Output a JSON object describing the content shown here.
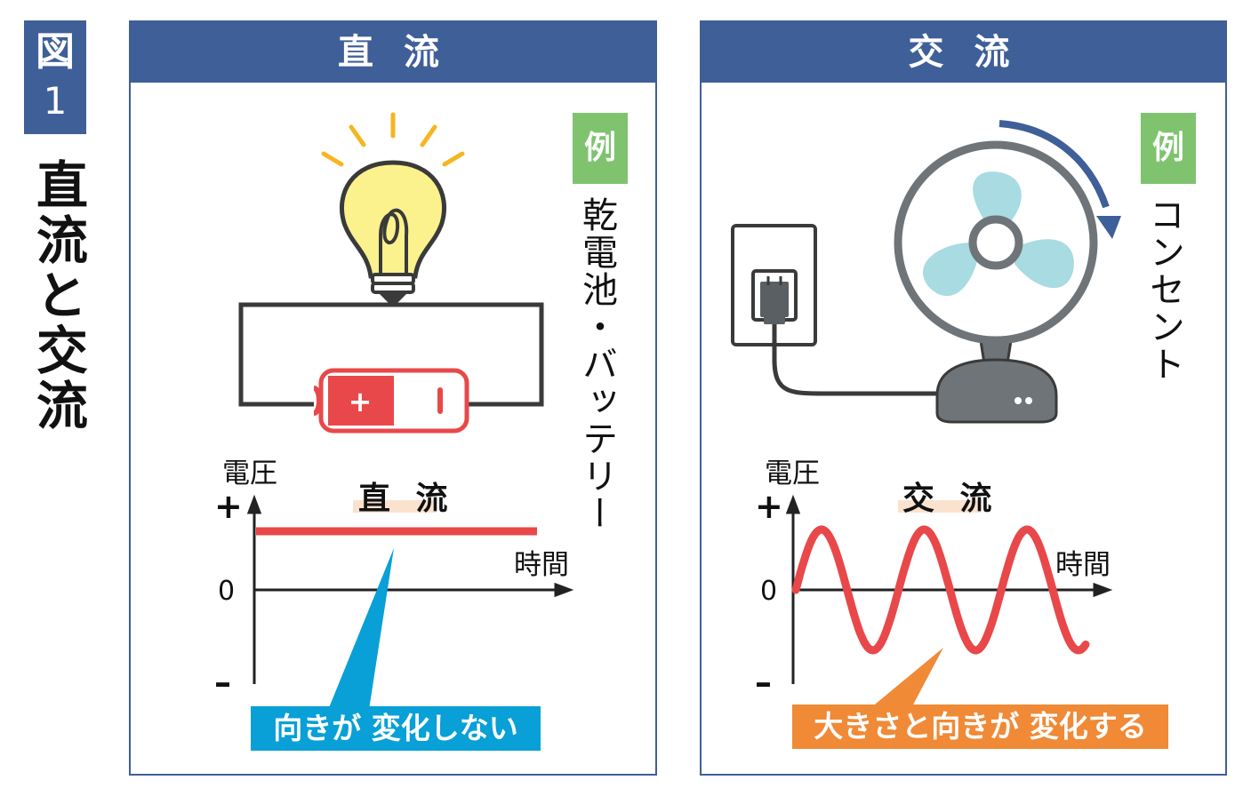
{
  "figure": {
    "badge_top": "図",
    "badge_num": "1",
    "title": "直流と交流"
  },
  "dc": {
    "header": "直 流",
    "example_badge": "例",
    "example_text": "乾電池・バッテリー",
    "battery_plus": "+",
    "graph": {
      "y_label": "電圧",
      "plus_symbol": "+",
      "zero_label": "0",
      "minus_symbol": "–",
      "x_label": "時間",
      "curve_label": "直 流"
    },
    "callout": "向きが 変化しない",
    "callout_color": "#08a0d6"
  },
  "ac": {
    "header": "交 流",
    "example_badge": "例",
    "example_text": "コンセント",
    "graph": {
      "y_label": "電圧",
      "plus_symbol": "+",
      "zero_label": "0",
      "minus_symbol": "–",
      "x_label": "時間",
      "curve_label": "交 流"
    },
    "callout": "大きさと向きが 変化する",
    "callout_color": "#f08a36"
  },
  "colors": {
    "header_blue": "#3f5f98",
    "example_green": "#7fc36f",
    "signal_red": "#e8484a",
    "bulb_yellow": "#fbf28e",
    "fan_blade": "#a8dbe2",
    "fan_body": "#6f7478"
  }
}
